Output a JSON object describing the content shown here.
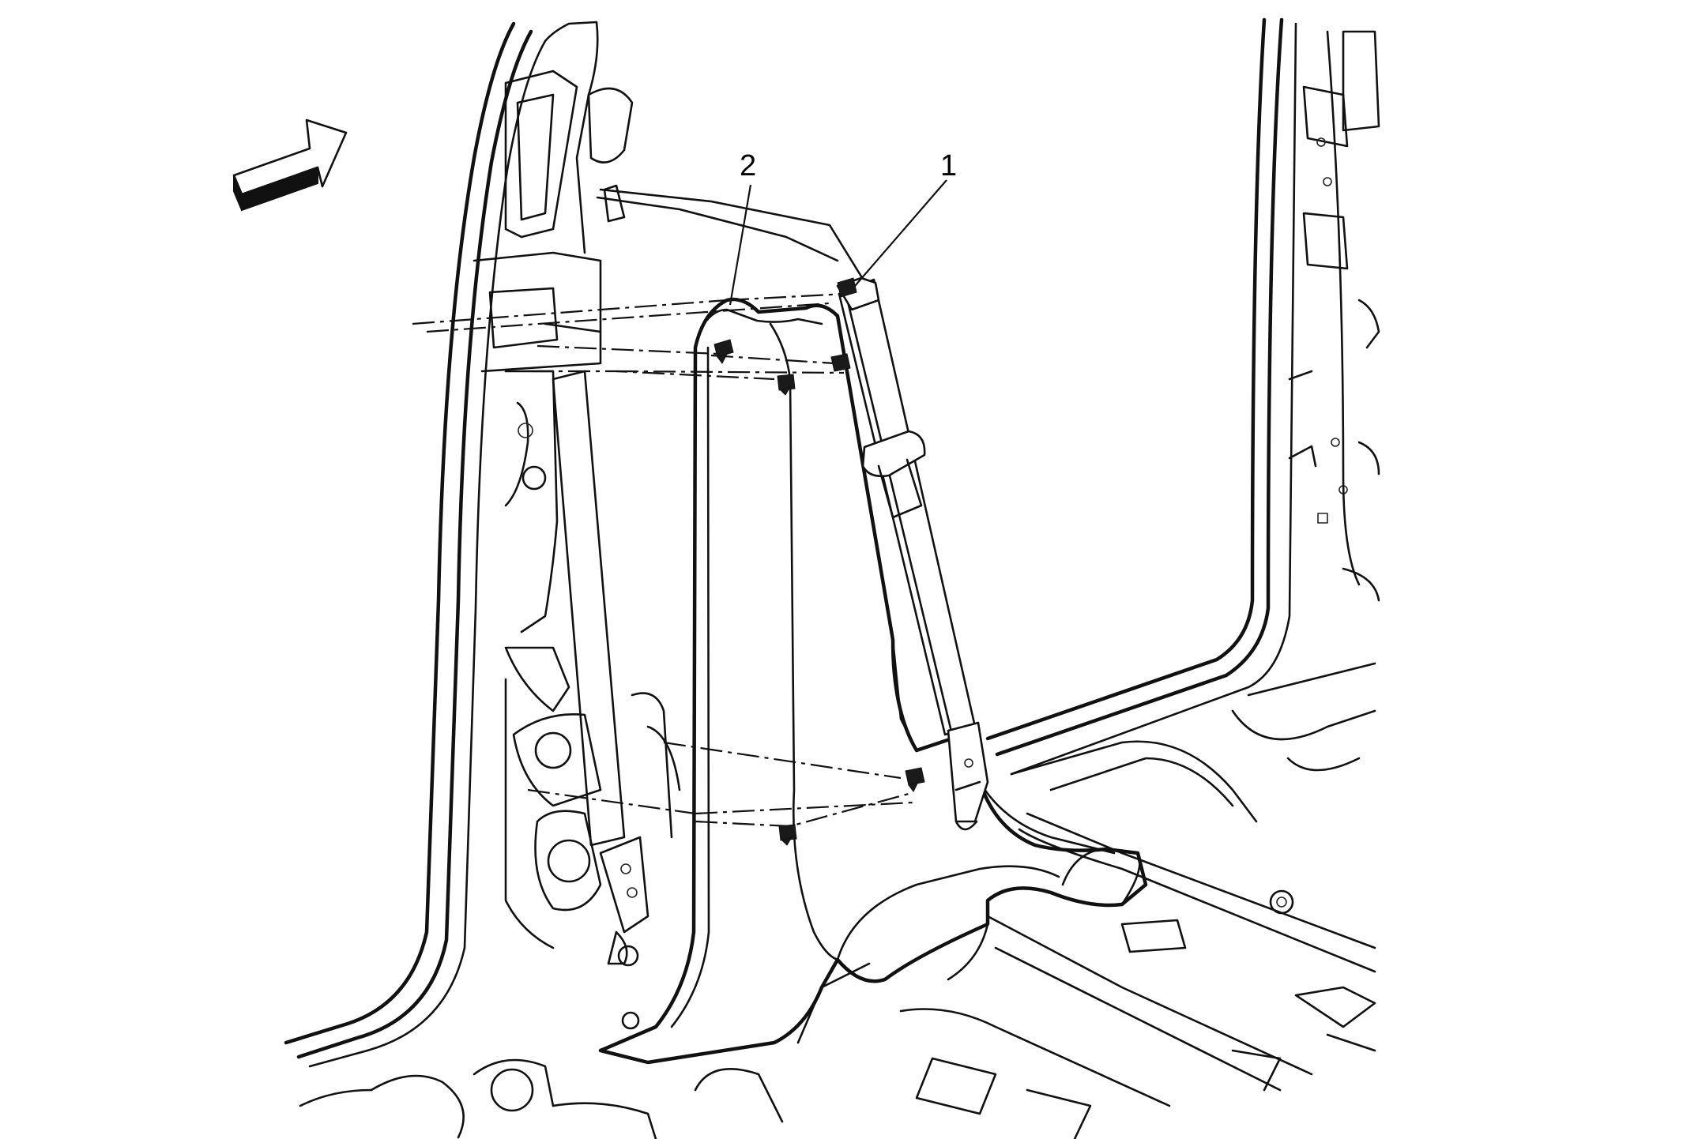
{
  "callouts": [
    {
      "id": "1",
      "text": "1"
    },
    {
      "id": "2",
      "text": "2"
    }
  ],
  "icons": {
    "direction_arrow": "front-direction-arrow-icon",
    "clip": "retainer-clip-icon"
  },
  "colors": {
    "line": "#111111",
    "background": "#ffffff"
  }
}
